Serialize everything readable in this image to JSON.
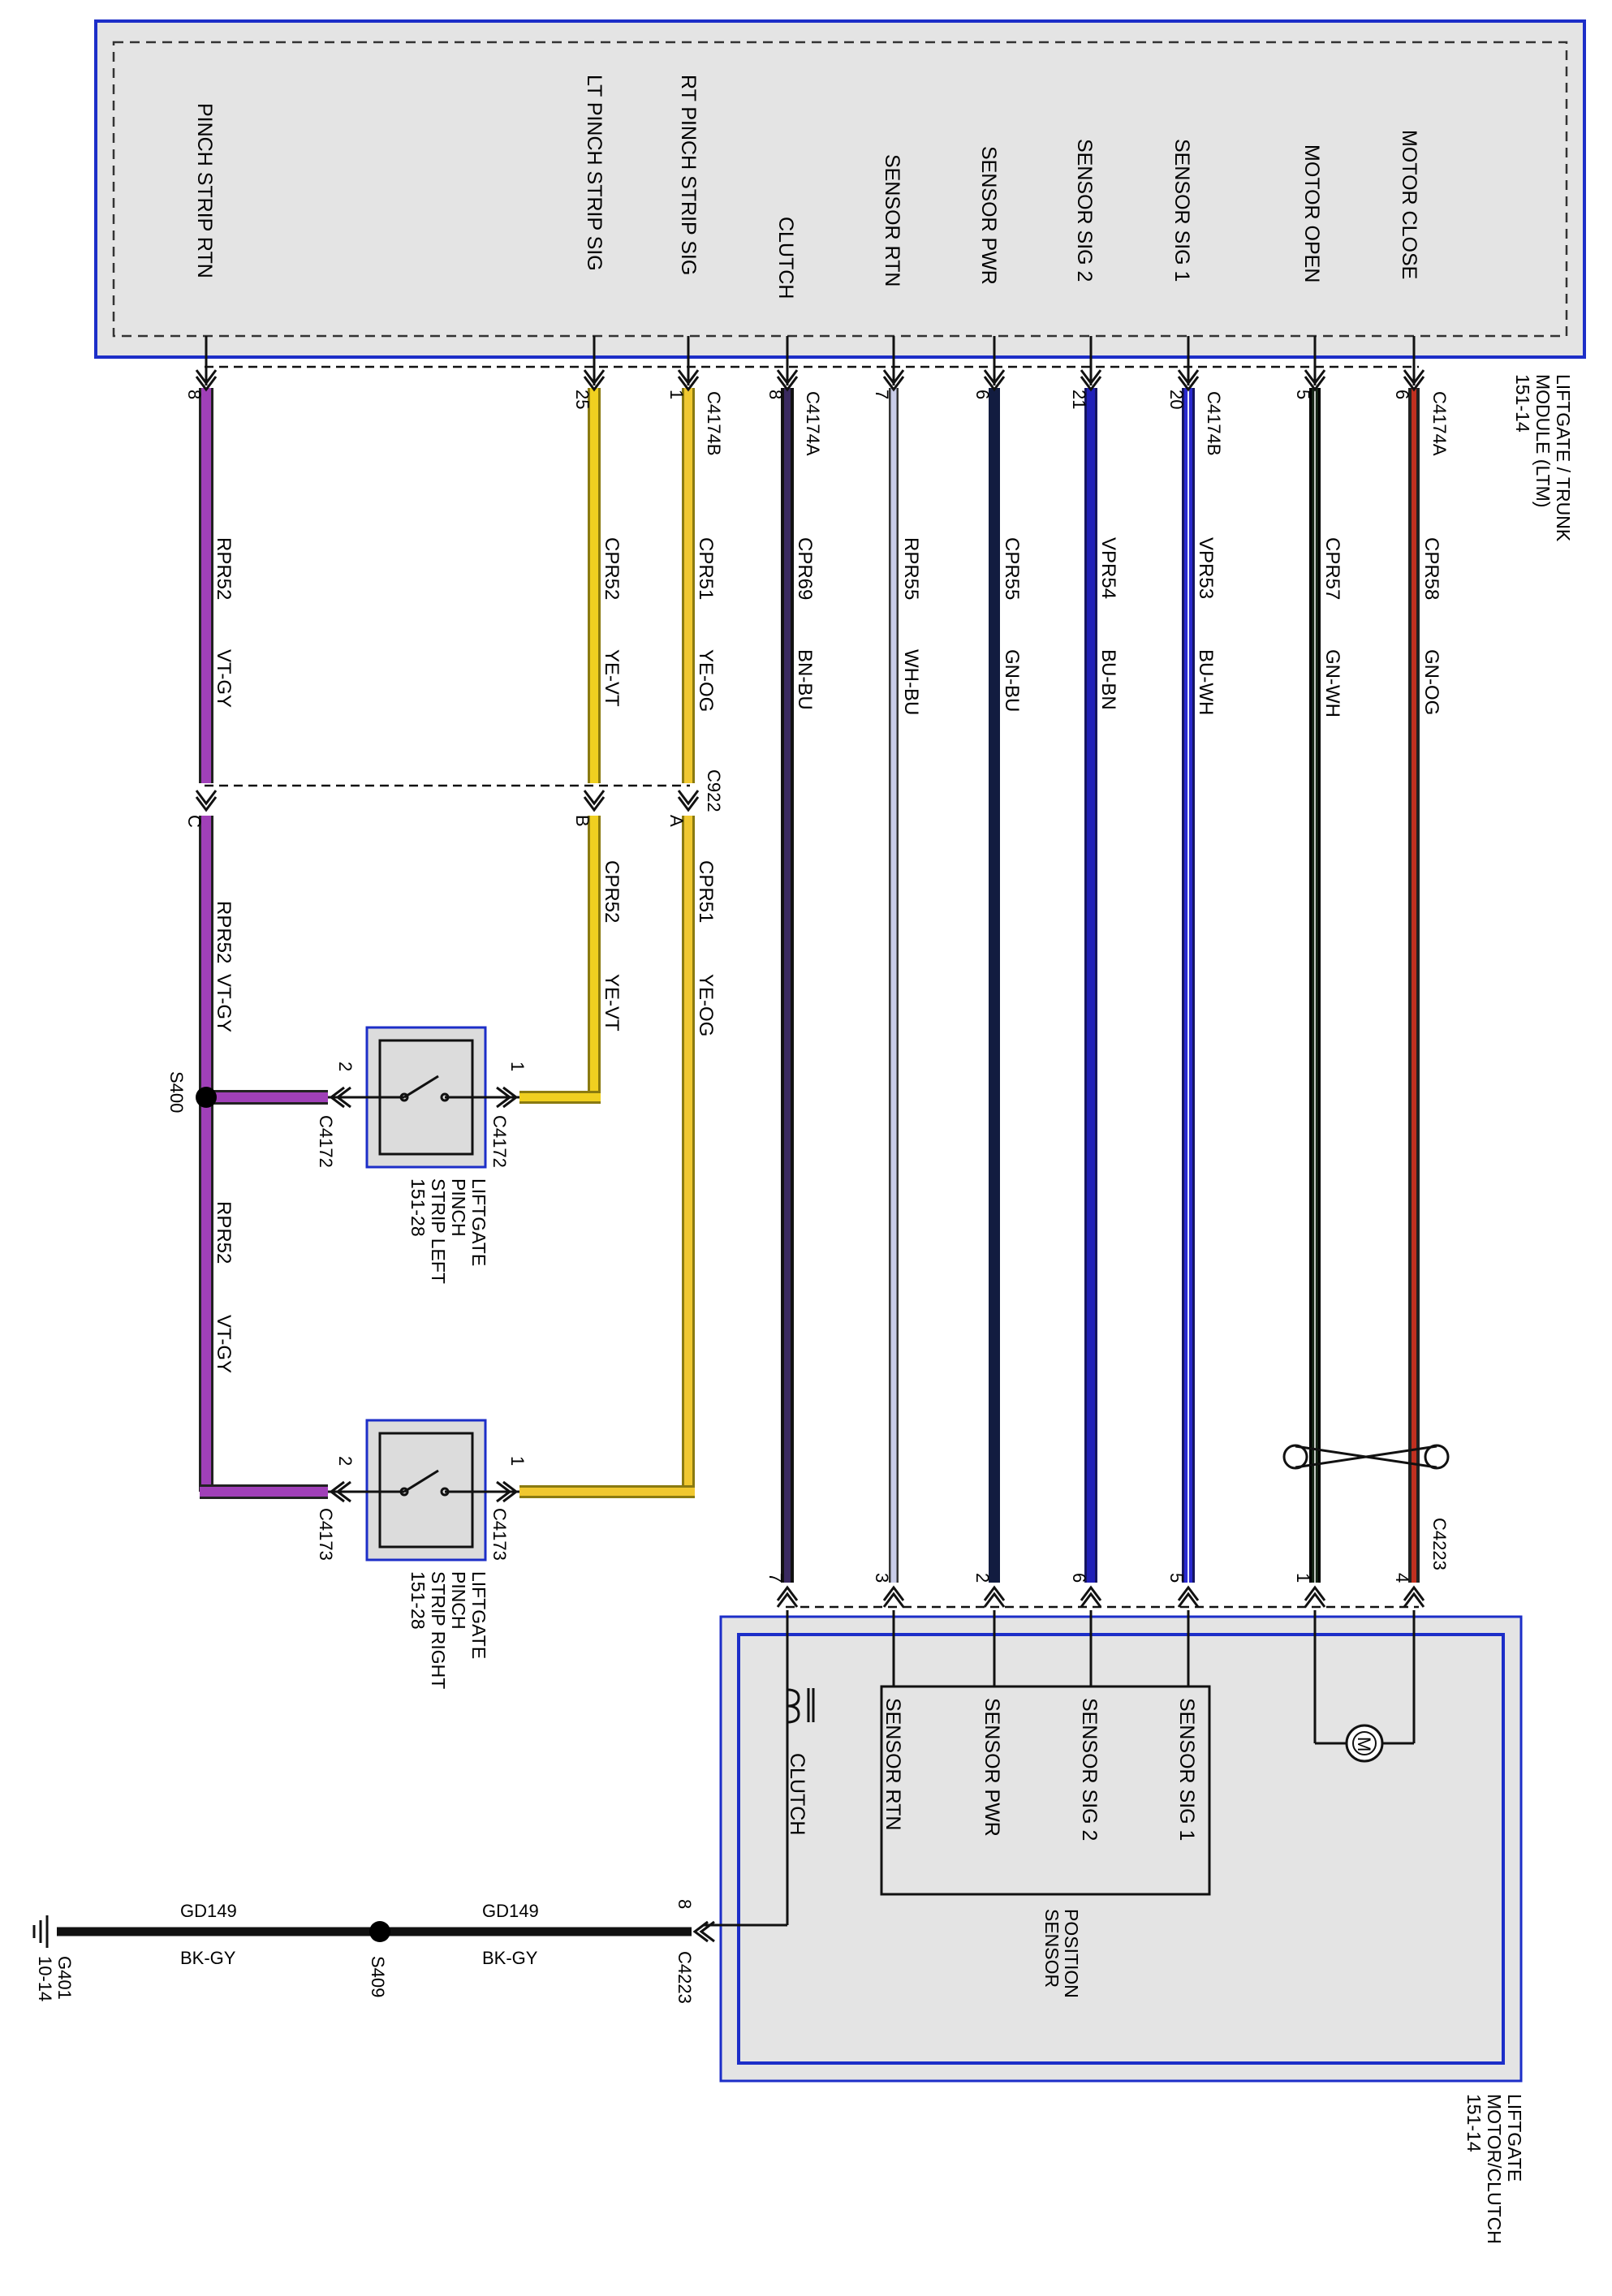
{
  "ltm": {
    "title_lines": [
      "LIFTGATE / TRUNK",
      "MODULE (LTM)",
      "151-14"
    ],
    "signals": [
      "PINCH STRIP RTN",
      "LT PINCH STRIP SIG",
      "RT PINCH STRIP SIG",
      "CLUTCH",
      "SENSOR RTN",
      "SENSOR PWR",
      "SENSOR SIG 2",
      "SENSOR SIG 1",
      "MOTOR OPEN",
      "MOTOR CLOSE"
    ]
  },
  "wires": [
    {
      "key": "pinch_rtn",
      "pin": "8",
      "circuit": "RPR52",
      "color_code": "VT-GY",
      "connector_label": "",
      "color": "#a040b8"
    },
    {
      "key": "lt_pinch",
      "pin": "25",
      "circuit": "CPR52",
      "color_code": "YE-VT",
      "connector_label": "",
      "color": "#f0d020"
    },
    {
      "key": "rt_pinch",
      "pin": "1",
      "circuit": "CPR51",
      "color_code": "YE-OG",
      "connector_label": "C4174B",
      "color": "#f0c830"
    },
    {
      "key": "clutch",
      "pin": "8",
      "circuit": "CPR69",
      "color_code": "BN-BU",
      "connector_label": "C4174A",
      "color": "#3a2a60"
    },
    {
      "key": "sensor_rtn",
      "pin": "7",
      "circuit": "RPR55",
      "color_code": "WH-BU",
      "connector_label": "",
      "color": "#c8cce8"
    },
    {
      "key": "sensor_pwr",
      "pin": "6",
      "circuit": "CPR55",
      "color_code": "GN-BU",
      "connector_label": "",
      "color": "#121c40"
    },
    {
      "key": "sensor_sig2",
      "pin": "21",
      "circuit": "VPR54",
      "color_code": "BU-BN",
      "connector_label": "",
      "color": "#2020b8"
    },
    {
      "key": "sensor_sig1",
      "pin": "20",
      "circuit": "VPR53",
      "color_code": "BU-WH",
      "connector_label": "C4174B",
      "color": "#2a2ad0"
    },
    {
      "key": "motor_open",
      "pin": "5",
      "circuit": "CPR57",
      "color_code": "GN-WH",
      "connector_label": "",
      "color": "#142414"
    },
    {
      "key": "motor_close",
      "pin": "6",
      "circuit": "CPR58",
      "color_code": "GN-OG",
      "connector_label": "C4174A",
      "color": "#c03020"
    }
  ],
  "c922": {
    "label": "C922",
    "pins": [
      "C",
      "B",
      "A"
    ],
    "lower": [
      {
        "circuit": "RPR52",
        "color_code": "VT-GY"
      },
      {
        "circuit": "CPR52",
        "color_code": "YE-VT"
      },
      {
        "circuit": "CPR51",
        "color_code": "YE-OG"
      }
    ]
  },
  "splice_s400": {
    "label": "S400",
    "circuit": "RPR52",
    "color_code": "VT-GY"
  },
  "pinch_left": {
    "connector": "C4172",
    "pin_a": "1",
    "pin_b": "2",
    "caption_lines": [
      "LIFTGATE",
      "PINCH",
      "STRIP LEFT",
      "151-28"
    ]
  },
  "pinch_right": {
    "connector": "C4173",
    "pin_a": "1",
    "pin_b": "2",
    "caption_lines": [
      "LIFTGATE",
      "PINCH",
      "STRIP RIGHT",
      "151-28"
    ]
  },
  "motor_module": {
    "connector": "C4223",
    "pins": [
      "7",
      "3",
      "2",
      "6",
      "5",
      "1",
      "4"
    ],
    "ground_pin": "8",
    "clutch_label": "CLUTCH",
    "sensor_signals": [
      "SENSOR RTN",
      "SENSOR PWR",
      "SENSOR SIG 2",
      "SENSOR SIG 1"
    ],
    "sensor_caption_lines": [
      "POSITION",
      "SENSOR"
    ],
    "motor_symbol": "M",
    "caption_lines": [
      "LIFTGATE",
      "MOTOR/CLUTCH",
      "151-14"
    ]
  },
  "ground": {
    "circuit": "GD149",
    "color_code": "BK-GY",
    "splice": "S409",
    "ground_label": "G401",
    "ground_ref": "10-14"
  }
}
